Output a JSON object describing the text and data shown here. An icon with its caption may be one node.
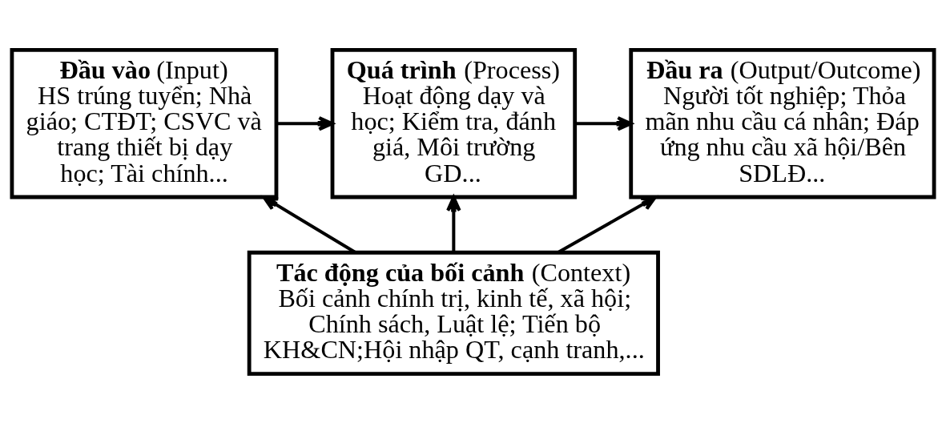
{
  "diagram": {
    "nodes": [
      {
        "text": [
          "**Đầu vào** (Input)",
          "HS trúng tuyển; Nhà giáo; CTĐT; CSVC và trang thiết bị dạy học; Tài chính..."
        ]
      },
      {
        "text": [
          "**Quá trình** (Process)",
          "Hoạt động dạy và học; Kiểm tra, đánh giá, Môi trường GD..."
        ]
      },
      {
        "text": [
          "**Đầu ra** (Output/Outcome)",
          "Người tốt nghiệp; Thỏa mãn nhu cầu cá nhân; Đáp ứng nhu cầu xã hội/Bên SDLĐ..."
        ]
      },
      {
        "text": [
          "**Tác động của bối cảnh** (Context)",
          "Bối cảnh chính trị, kinh tế, xã hội; Chính sách, Luật lệ; Tiến bộ KH&CN;Hội nhập QT, cạnh tranh,..."
        ]
      }
    ],
    "edges": [
      {
        "from": 0,
        "to": 1,
        "arrow": "to"
      },
      {
        "from": 1,
        "to": 2,
        "arrow": "to"
      },
      {
        "from": 3,
        "to": 0,
        "arrow": "to"
      },
      {
        "from": 3,
        "to": 1,
        "arrow": "to"
      },
      {
        "from": 3,
        "to": 2,
        "arrow": "to"
      }
    ]
  }
}
